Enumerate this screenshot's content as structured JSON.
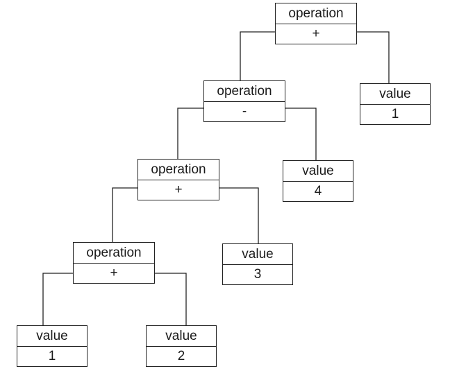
{
  "tree": {
    "root": {
      "kind": "operation",
      "value": "+"
    },
    "minus": {
      "kind": "operation",
      "value": "-"
    },
    "plus2": {
      "kind": "operation",
      "value": "+"
    },
    "plus3": {
      "kind": "operation",
      "value": "+"
    },
    "value_top": {
      "kind": "value",
      "value": "1"
    },
    "value_4": {
      "kind": "value",
      "value": "4"
    },
    "value_3": {
      "kind": "value",
      "value": "3"
    },
    "value_1": {
      "kind": "value",
      "value": "1"
    },
    "value_2": {
      "kind": "value",
      "value": "2"
    }
  },
  "edges": [
    [
      "root",
      "minus"
    ],
    [
      "root",
      "value_top"
    ],
    [
      "minus",
      "plus2"
    ],
    [
      "minus",
      "value_4"
    ],
    [
      "plus2",
      "plus3"
    ],
    [
      "plus2",
      "value_3"
    ],
    [
      "plus3",
      "value_1"
    ],
    [
      "plus3",
      "value_2"
    ]
  ]
}
